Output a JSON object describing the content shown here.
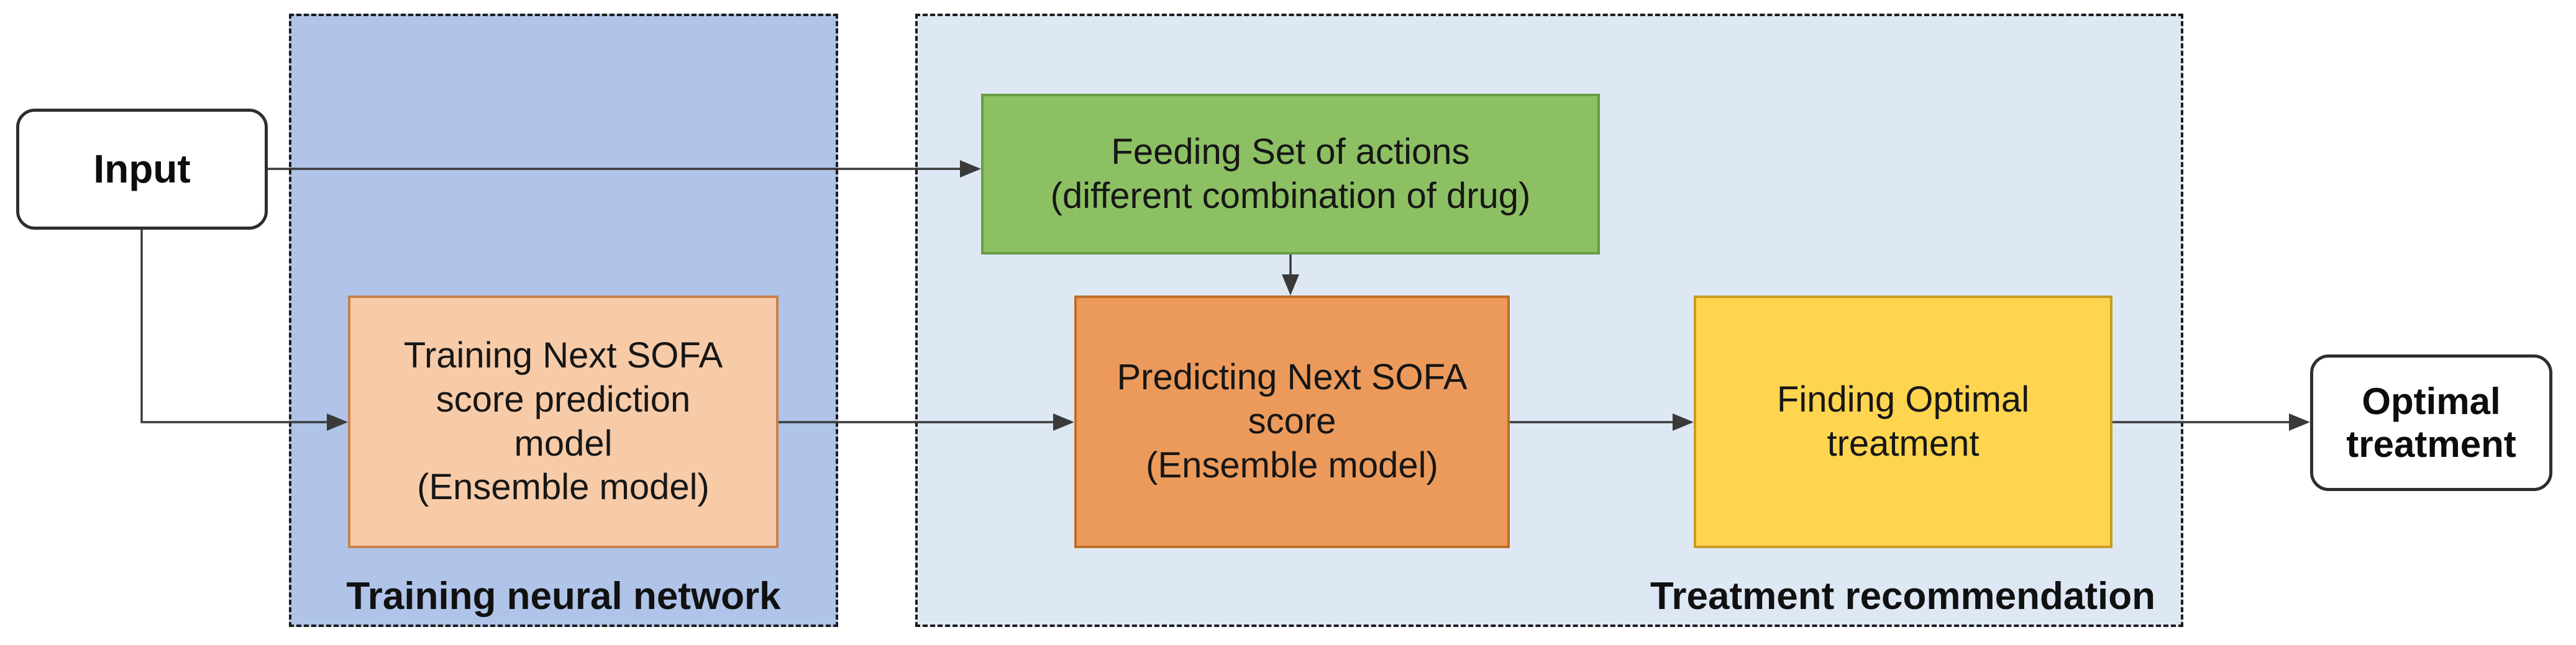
{
  "colors": {
    "training_container_fill": "#afc4e8",
    "treatment_container_fill": "#dee8f5",
    "peach_fill": "#f7cba7",
    "peach_border": "#c9804c",
    "green_fill": "#8dc063",
    "green_border": "#6a9c42",
    "orange_fill": "#ec9a5b",
    "orange_border": "#be6e27",
    "yellow_fill": "#ffd44f",
    "yellow_border": "#c79c26",
    "terminal_fill": "#ffffff",
    "terminal_border": "#2e2e2e",
    "arrow": "#3a3a3a"
  },
  "containers": {
    "training": {
      "label": "Training neural network"
    },
    "treatment": {
      "label": "Treatment recommendation"
    }
  },
  "nodes": {
    "input": {
      "label": "Input"
    },
    "training_model": {
      "lines": [
        "Training Next SOFA",
        "score prediction",
        "model",
        "(Ensemble model)"
      ]
    },
    "feeding": {
      "lines": [
        "Feeding Set of actions",
        "(different combination of drug)"
      ]
    },
    "predicting": {
      "lines": [
        "Predicting Next SOFA",
        "score",
        "(Ensemble model)"
      ]
    },
    "finding": {
      "lines": [
        "Finding Optimal",
        "treatment"
      ]
    },
    "optimal": {
      "lines": [
        "Optimal",
        "treatment"
      ]
    }
  }
}
